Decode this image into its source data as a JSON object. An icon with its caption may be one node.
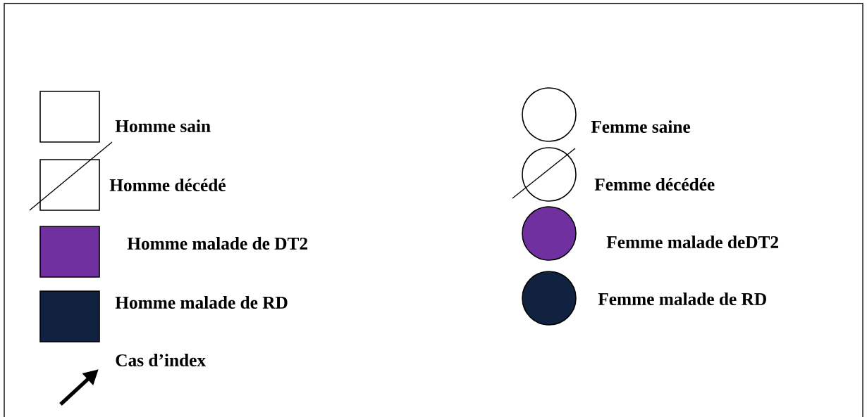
{
  "diagram": {
    "legend": [
      {
        "text": "Homme sain"
      },
      {
        "text": "Femme saine"
      },
      {
        "text": "Homme décédé"
      },
      {
        "text": "Femme décédée"
      },
      {
        "text": "Homme malade de DT2",
        "color": "#7030a0"
      },
      {
        "text": "Femme malade deDT2",
        "color": "#7030a0"
      },
      {
        "text": "Homme malade de RD",
        "color": "#112240"
      },
      {
        "text": "Femme malade de RD",
        "color": "#112240"
      },
      {
        "text": "Cas d’index"
      }
    ]
  }
}
